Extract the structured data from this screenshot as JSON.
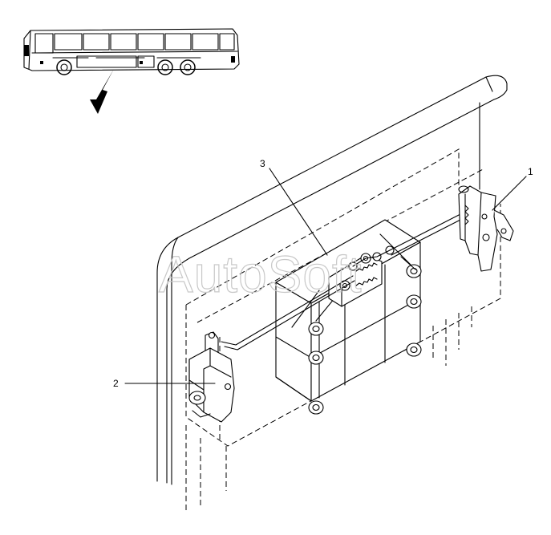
{
  "watermark": "AutoSoft",
  "callouts": {
    "part_1": "1",
    "part_2": "2",
    "part_3": "3"
  }
}
